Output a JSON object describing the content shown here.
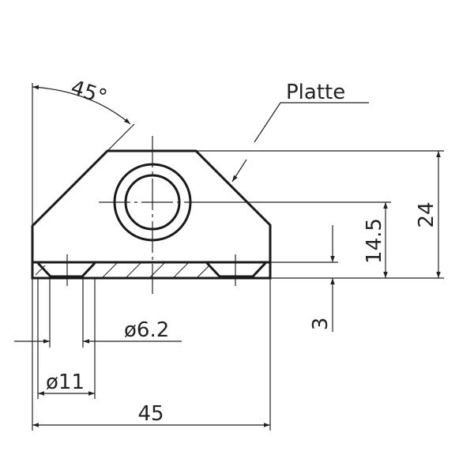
{
  "drawing": {
    "part_label": "Platte",
    "angle_label": "45°",
    "dims": {
      "height_total": "24",
      "hole_center_height": "14.5",
      "plate_thickness": "3",
      "bore_diameter": "ø6.2",
      "countersink_diameter": "ø11",
      "width": "45"
    }
  }
}
